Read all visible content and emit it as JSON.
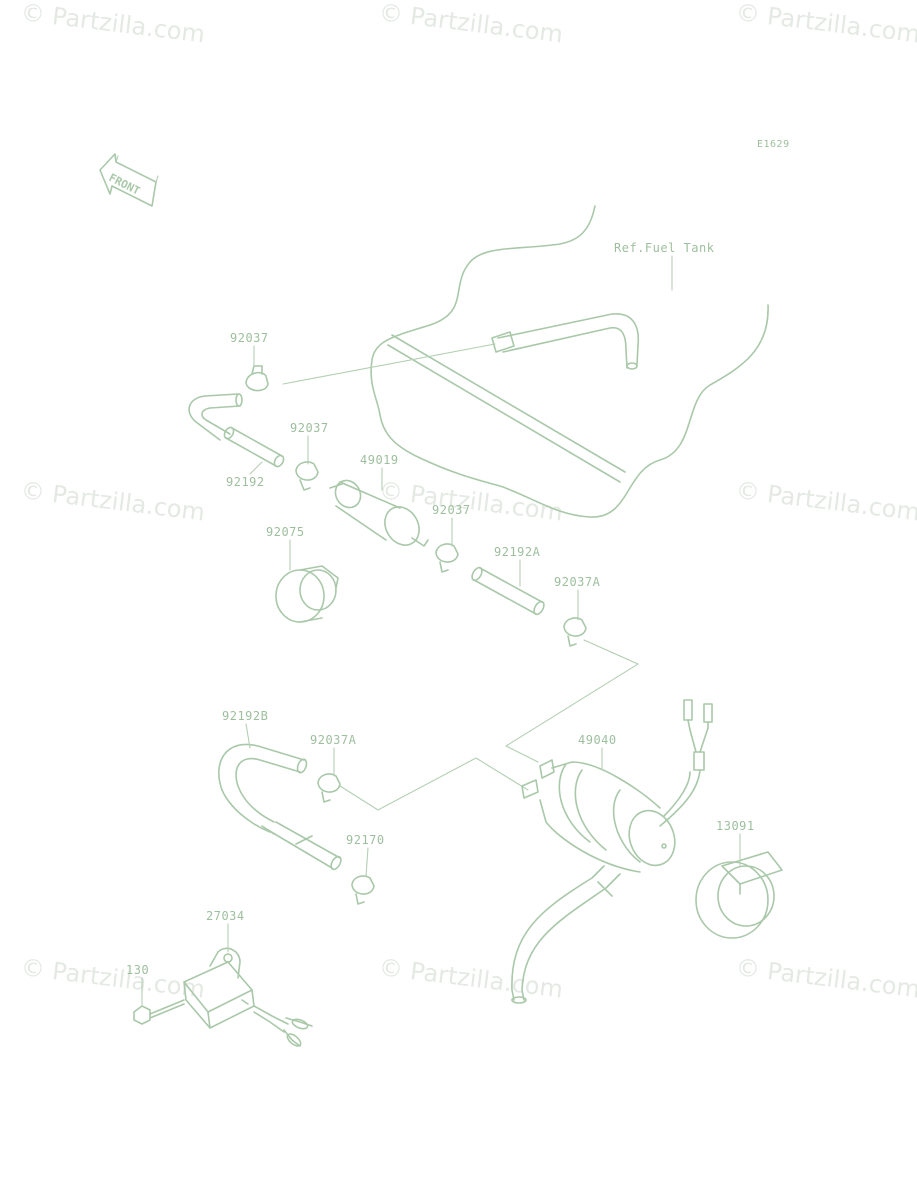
{
  "diagram_code": "E1629",
  "watermark": "© Partzilla.com",
  "direction_label": "FRONT",
  "ref_label": "Ref.Fuel Tank",
  "parts": [
    {
      "id": "92037_top",
      "label": "92037"
    },
    {
      "id": "92037_mid",
      "label": "92037"
    },
    {
      "id": "92192",
      "label": "92192"
    },
    {
      "id": "49019",
      "label": "49019"
    },
    {
      "id": "92037_hidden",
      "label": "92037"
    },
    {
      "id": "92075",
      "label": "92075"
    },
    {
      "id": "92192A",
      "label": "92192A"
    },
    {
      "id": "92037A_top",
      "label": "92037A"
    },
    {
      "id": "92192B",
      "label": "92192B"
    },
    {
      "id": "92037A_low",
      "label": "92037A"
    },
    {
      "id": "49040",
      "label": "49040"
    },
    {
      "id": "13091",
      "label": "13091"
    },
    {
      "id": "92170",
      "label": "92170"
    },
    {
      "id": "27034",
      "label": "27034"
    },
    {
      "id": "130",
      "label": "130"
    }
  ]
}
